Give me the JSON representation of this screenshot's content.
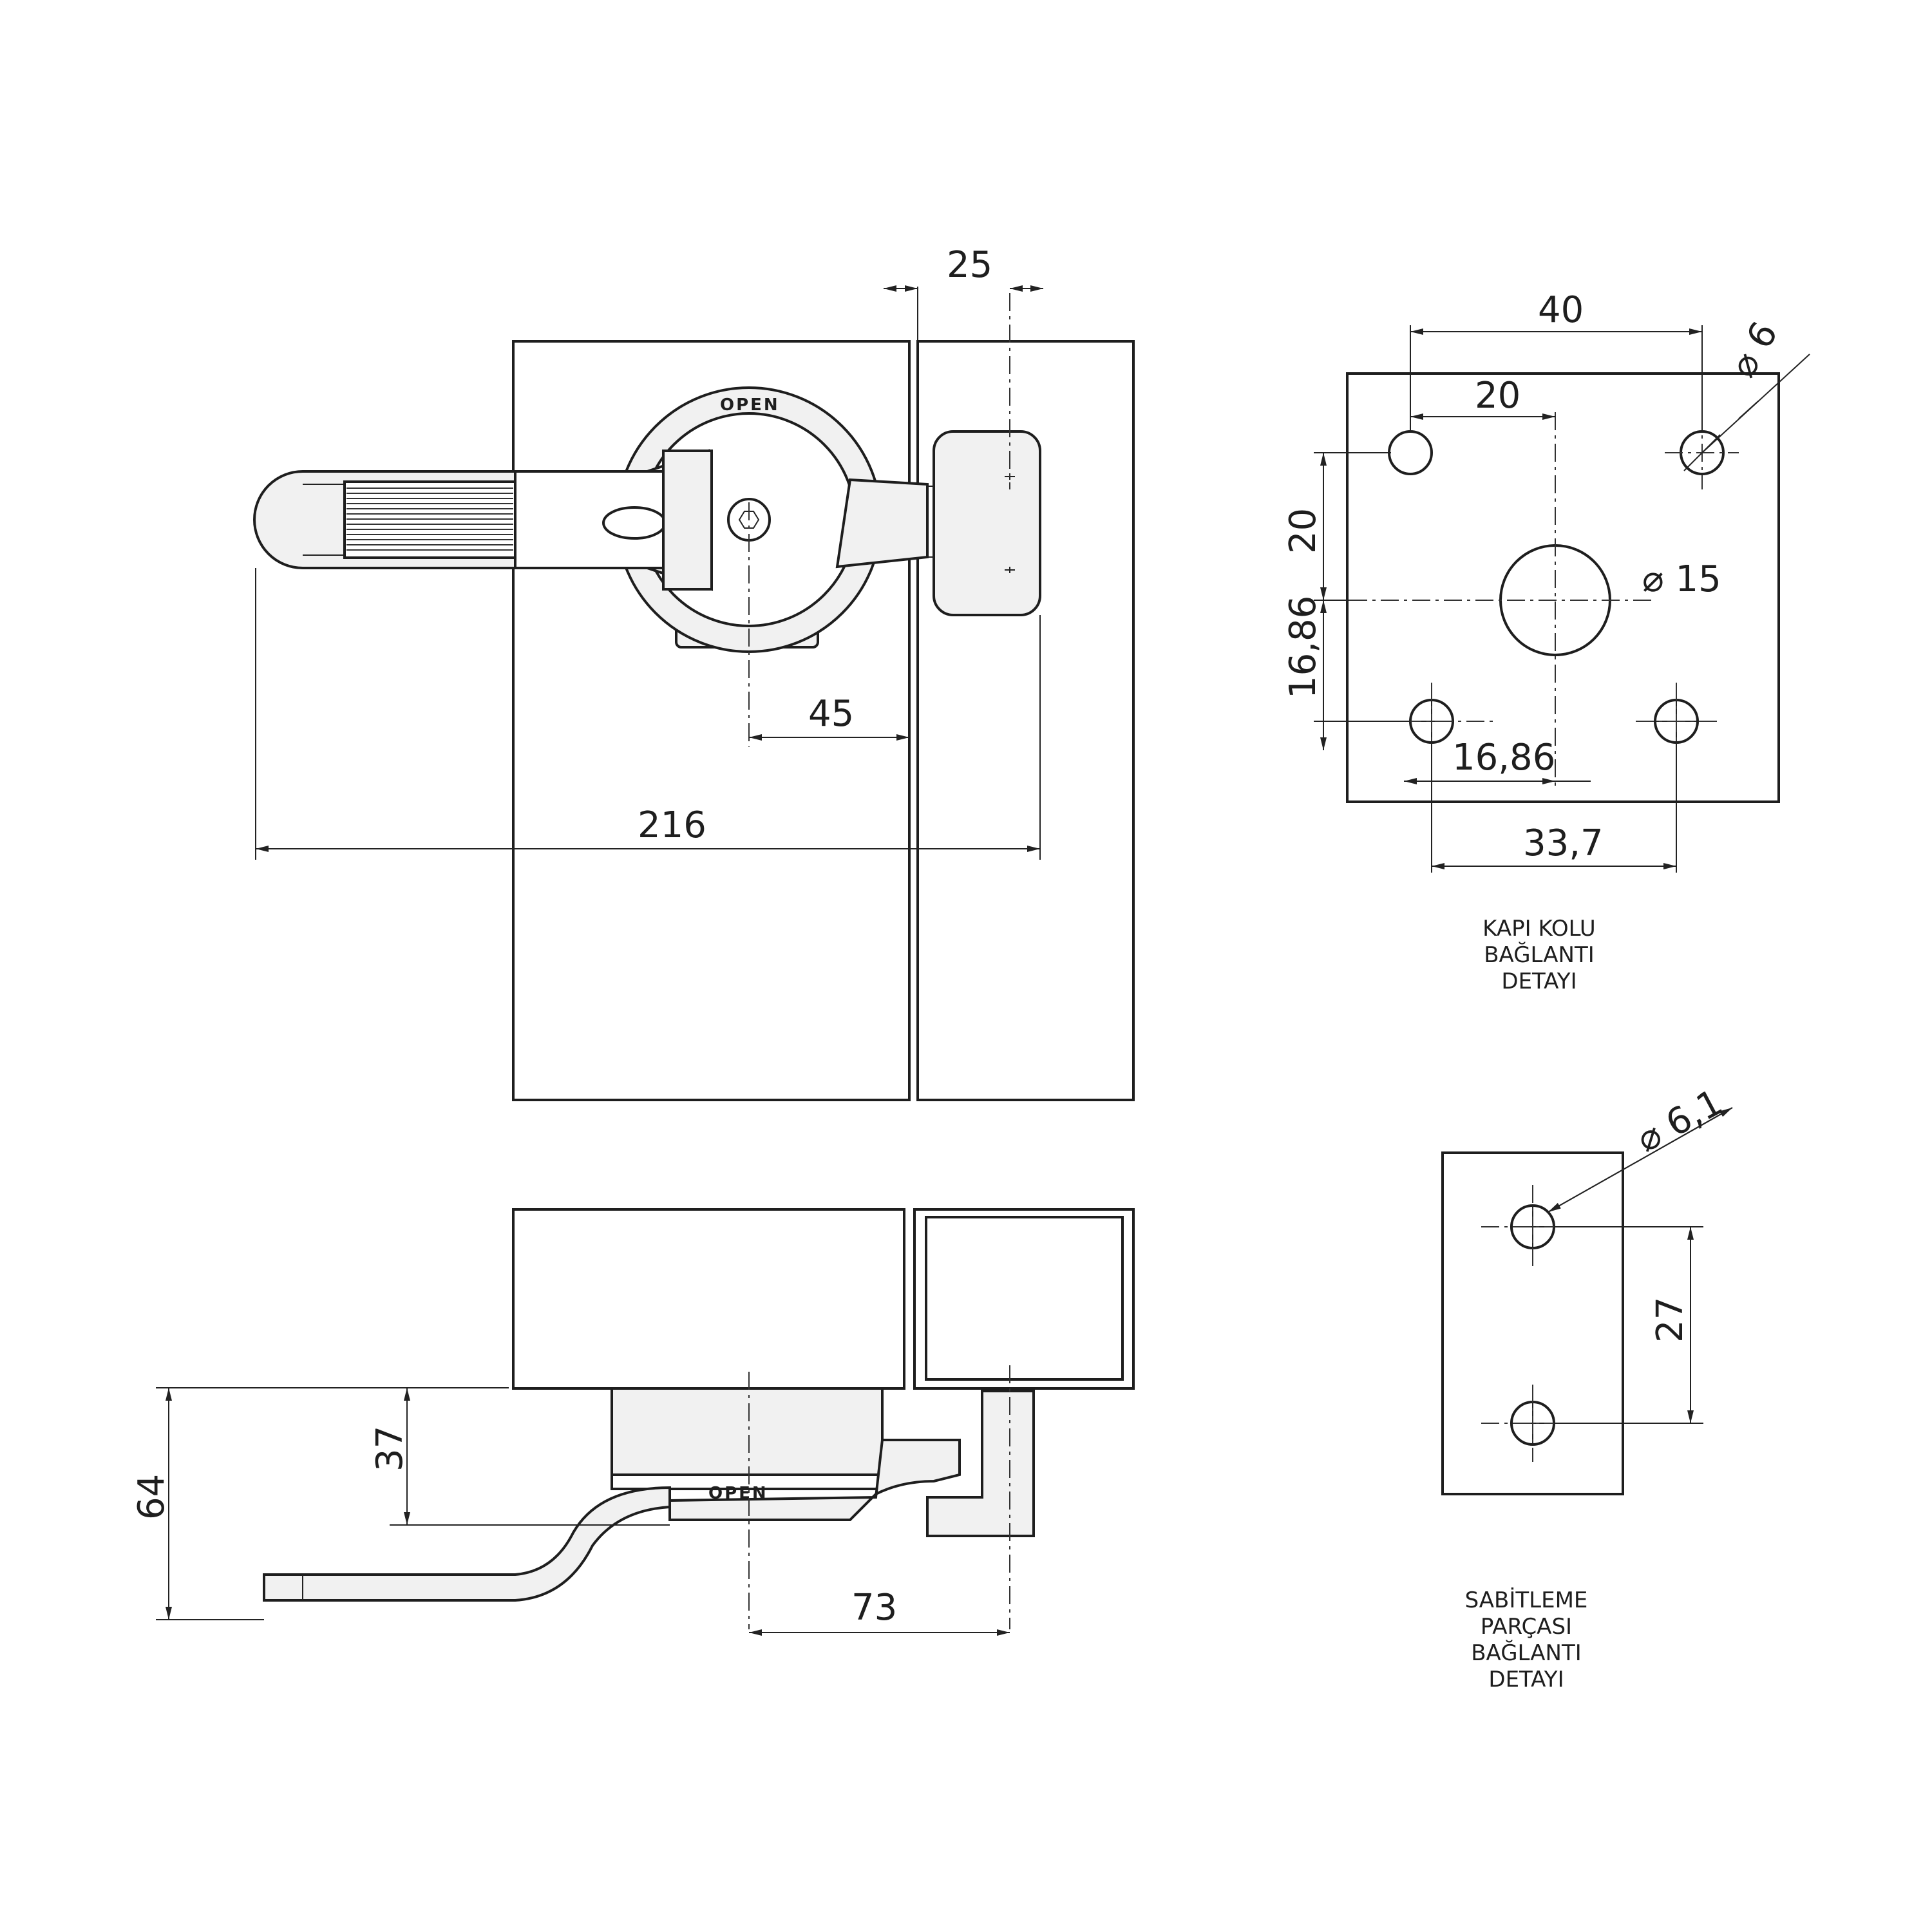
{
  "main_view": {
    "open_label": "OPEN",
    "dims": {
      "d25": "25",
      "d45": "45",
      "d216": "216"
    }
  },
  "side_view": {
    "open_label": "OPEN",
    "dims": {
      "d64": "64",
      "d37": "37",
      "d73": "73"
    }
  },
  "handle_detail": {
    "caption": [
      "KAPI KOLU",
      "BAĞLANTI",
      "DETAYI"
    ],
    "dims": {
      "d40": "40",
      "d20_top": "20",
      "d20_left": "20",
      "dia6": "6",
      "dia15": "15",
      "d1686_left": "16,86",
      "d1686_bottom": "16,86",
      "d337": "33,7"
    }
  },
  "fixing_detail": {
    "caption": [
      "SABİTLEME",
      "PARÇASI",
      "BAĞLANTI",
      "DETAYI"
    ],
    "dims": {
      "dia61": "6,1",
      "d27": "27"
    }
  }
}
